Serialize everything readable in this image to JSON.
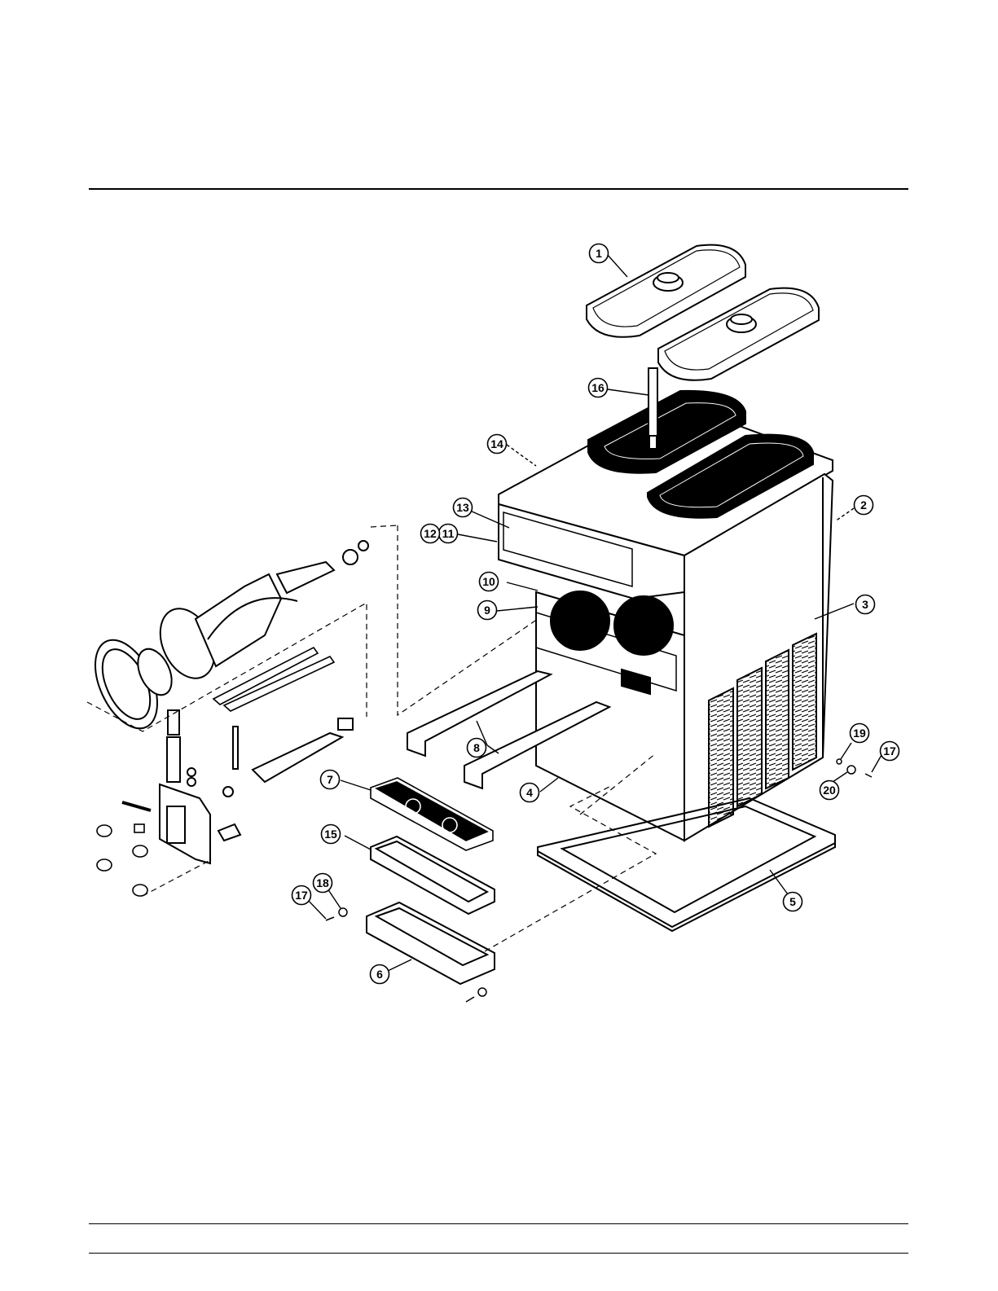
{
  "callouts": [
    {
      "id": "c1",
      "text": "1"
    },
    {
      "id": "c2",
      "text": "2"
    },
    {
      "id": "c3",
      "text": "3"
    },
    {
      "id": "c4",
      "text": "4"
    },
    {
      "id": "c5",
      "text": "5"
    },
    {
      "id": "c6",
      "text": "6"
    },
    {
      "id": "c7",
      "text": "7"
    },
    {
      "id": "c8",
      "text": "8"
    },
    {
      "id": "c9",
      "text": "9"
    },
    {
      "id": "c10",
      "text": "10"
    },
    {
      "id": "c11",
      "text": "11"
    },
    {
      "id": "c12",
      "text": "12"
    },
    {
      "id": "c13",
      "text": "13"
    },
    {
      "id": "c14",
      "text": "14"
    },
    {
      "id": "c15",
      "text": "15"
    },
    {
      "id": "c16",
      "text": "16"
    },
    {
      "id": "c17a",
      "text": "17"
    },
    {
      "id": "c17b",
      "text": "17"
    },
    {
      "id": "c18",
      "text": "18"
    },
    {
      "id": "c19",
      "text": "19"
    },
    {
      "id": "c20",
      "text": "20"
    }
  ]
}
